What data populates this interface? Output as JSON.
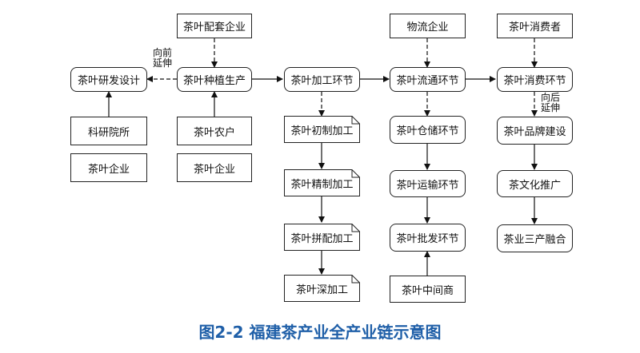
{
  "nodes": {
    "supply": "茶叶配套企业",
    "logistics": "物流企业",
    "consumer": "茶叶消费者",
    "rnd_design": "茶叶研发设计",
    "planting": "茶叶种植生产",
    "processing": "茶叶加工环节",
    "circulation": "茶叶流通环节",
    "consumption": "茶叶消费环节",
    "institute": "科研院所",
    "enterprise_left": "茶叶企业",
    "farmer": "茶叶农户",
    "enterprise_mid": "茶叶企业",
    "primary_proc": "茶叶初制加工",
    "fine_proc": "茶叶精制加工",
    "blend_proc": "茶叶拼配加工",
    "deep_proc": "茶叶深加工",
    "storage": "茶叶仓储环节",
    "transport": "茶叶运输环节",
    "wholesale": "茶叶批发环节",
    "middleman": "茶叶中间商",
    "brand": "茶叶品牌建设",
    "culture": "茶文化推广",
    "integration": "茶业三产融合"
  },
  "labels": {
    "forward_line1": "向前",
    "forward_line2": "延伸",
    "backward_line1": "向后",
    "backward_line2": "延伸"
  },
  "caption": "图2-2 福建茶产业全产业链示意图"
}
